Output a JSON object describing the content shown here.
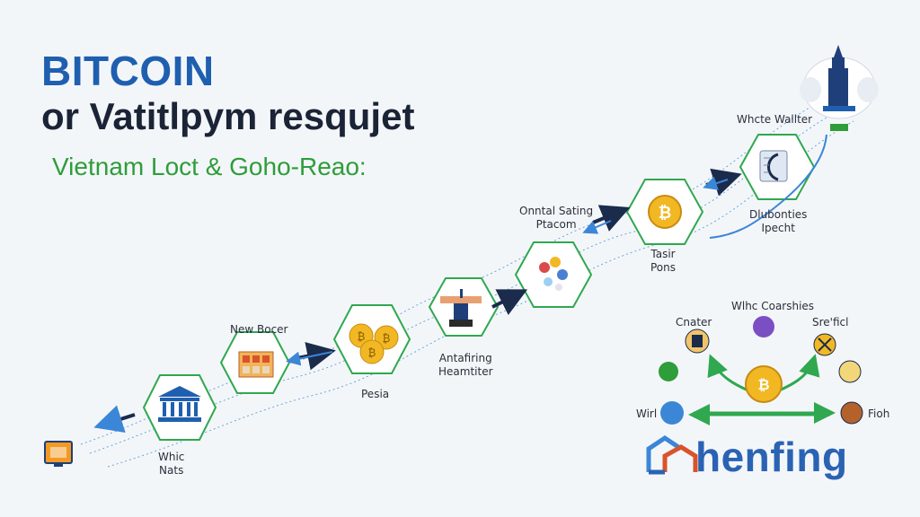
{
  "title": {
    "line1": "BITCOIN",
    "line2": "or Vatitlpym resqujet",
    "subtitle": "Vietnam Loct & Goho-Reao:"
  },
  "steps": [
    {
      "id": "bank",
      "label1": "Whic",
      "label2": "Nats",
      "icon": "bank-icon"
    },
    {
      "id": "market",
      "label1": "New Bocer",
      "label2": "",
      "icon": "market-icon"
    },
    {
      "id": "coins",
      "label1": "Pesia",
      "label2": "",
      "icon": "coins-icon"
    },
    {
      "id": "machine",
      "label1": "Antafiring",
      "label2": "Heamtiter",
      "icon": "machine-icon"
    },
    {
      "id": "gems",
      "label1": "Onntal Sating",
      "label2": "Ptacom",
      "icon": "gems-icon"
    },
    {
      "id": "bitcoin",
      "label1": "Tasir",
      "label2": "Pons",
      "icon": "bitcoin-icon"
    },
    {
      "id": "wallet",
      "label1": "Whcte Wallter",
      "label2": "",
      "icon": "wallet-icon"
    },
    {
      "id": "docs",
      "label1": "Dlubonties",
      "label2": "Ipecht",
      "icon": "document-icon"
    }
  ],
  "network": {
    "title": "Wlhc Coarshies",
    "labels": {
      "top_left": "Cnater",
      "top_right": "Sre'ficl",
      "bottom_left": "Wirl",
      "bottom_right": "Fioh"
    }
  },
  "brand": {
    "name": "henfing"
  },
  "colors": {
    "title_blue": "#1f5fb0",
    "title_dark": "#1b2436",
    "subtitle_green": "#2e9d3a",
    "hex_border": "#2fa84f",
    "arrow_dark": "#1a2b4c",
    "arrow_blue": "#3b86d6",
    "brand_blue": "#2a63b4"
  }
}
